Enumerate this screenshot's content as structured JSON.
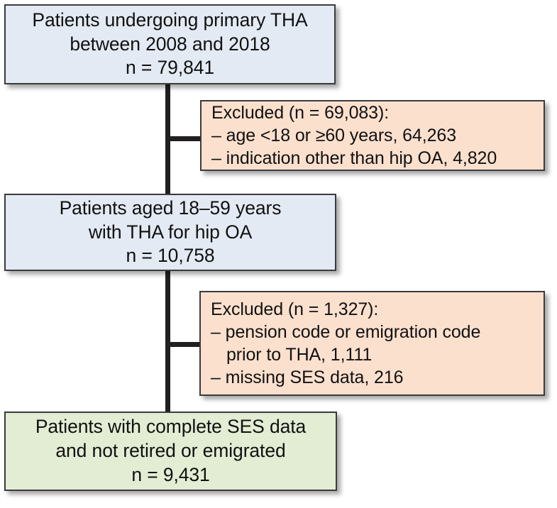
{
  "diagram": {
    "type": "patient-selection-flowchart",
    "colors": {
      "main_box_fill": "#e4eaf4",
      "excluded_box_fill": "#fbe0ce",
      "final_box_fill": "#e3edd4",
      "border": "#3b3a3c",
      "connector": "#211f1f",
      "text": "#111111"
    },
    "nodes": {
      "primary": {
        "line1": "Patients undergoing primary THA",
        "line2": "between 2008 and 2018",
        "line3": "n = 79,841"
      },
      "excluded1": {
        "line1": "Excluded (n = 69,083):",
        "line2": "– age <18 or ≥60 years, 64,263",
        "line3": "– indication other than hip OA, 4,820"
      },
      "aged": {
        "line1": "Patients aged 18–59 years",
        "line2": "with THA for hip OA",
        "line3": "n = 10,758"
      },
      "excluded2": {
        "line1": "Excluded (n = 1,327):",
        "line2": "– pension code or emigration code",
        "line3": "prior to THA, 1,111",
        "line4": "– missing SES data, 216"
      },
      "final": {
        "line1": "Patients with complete SES data",
        "line2": "and not retired or emigrated",
        "line3": "n = 9,431"
      }
    }
  }
}
